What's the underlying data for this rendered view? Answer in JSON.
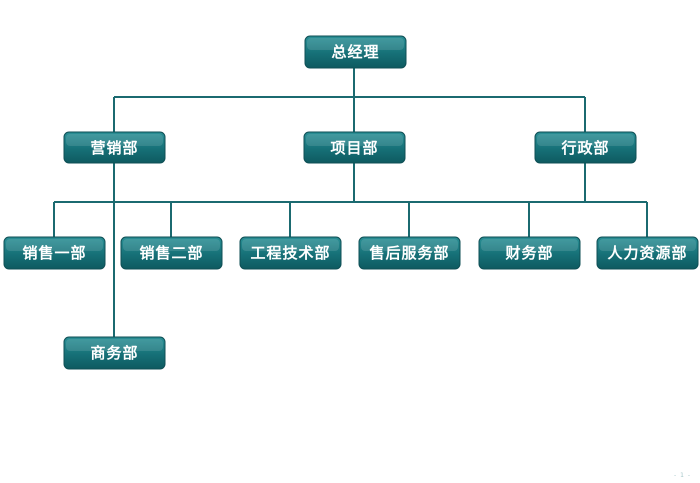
{
  "org_chart": {
    "root": {
      "label": "总经理"
    },
    "level2": [
      {
        "label": "营销部"
      },
      {
        "label": "项目部"
      },
      {
        "label": "行政部"
      }
    ],
    "level3": [
      {
        "label": "销售一部"
      },
      {
        "label": "销售二部"
      },
      {
        "label": "工程技术部"
      },
      {
        "label": "售后服务部"
      },
      {
        "label": "财务部"
      },
      {
        "label": "人力资源部"
      }
    ],
    "sub": {
      "label": "商务部"
    }
  },
  "footer": {
    "page_number": "- 1 -"
  },
  "colors": {
    "node_top": "#2a8f95",
    "node_bottom": "#0e5a60",
    "node_border": "#0f4f55",
    "connector": "#1b6a70",
    "label": "#ffffff"
  }
}
